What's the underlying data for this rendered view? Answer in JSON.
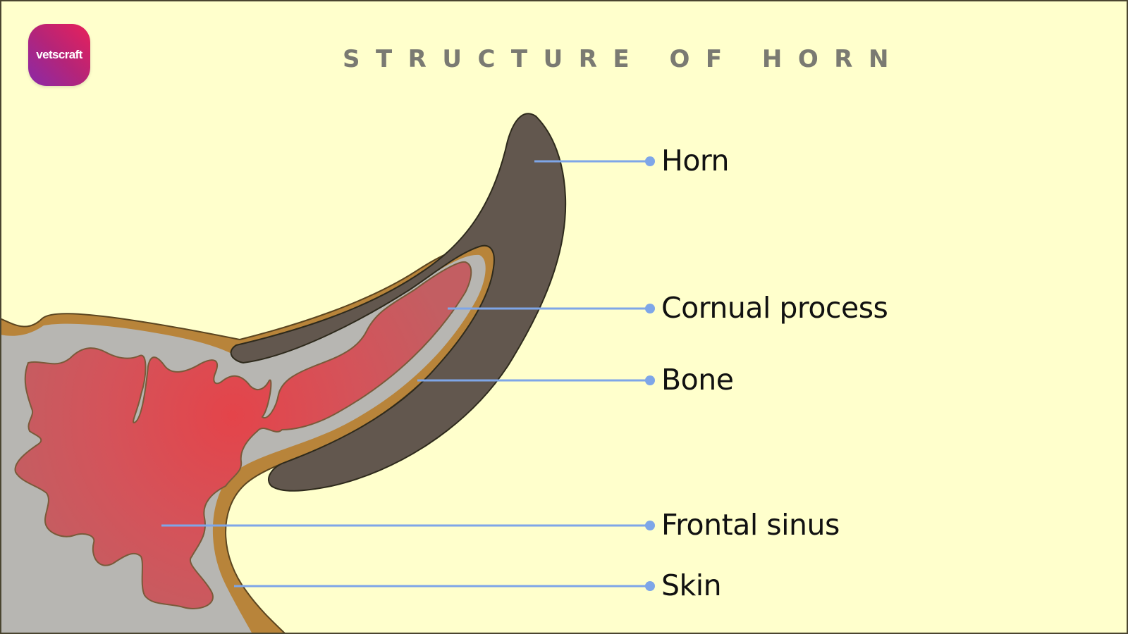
{
  "logo": {
    "text": "vetscraft",
    "gradient": [
      "#e8215a",
      "#8a2aa8"
    ]
  },
  "title": "STRUCTURE OF HORN",
  "colors": {
    "background": "#ffffcc",
    "horn": "#62574e",
    "skin": "#b8843a",
    "bone": "#b7b6b2",
    "sinus": "#d9525a",
    "leader_line": "#7ea6e8",
    "label_text": "#111111",
    "title_text": "#7a7a72"
  },
  "labels": [
    {
      "id": "horn",
      "text": "Horn"
    },
    {
      "id": "cornual-process",
      "text": "Cornual process"
    },
    {
      "id": "bone",
      "text": "Bone"
    },
    {
      "id": "frontal-sinus",
      "text": "Frontal sinus"
    },
    {
      "id": "skin",
      "text": "Skin"
    }
  ]
}
